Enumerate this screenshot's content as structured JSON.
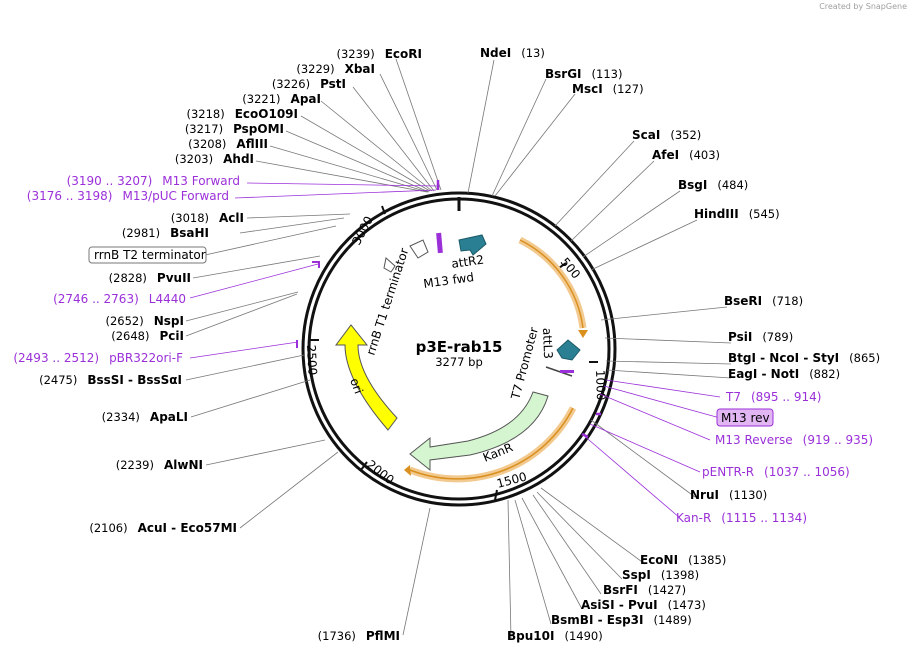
{
  "plasmid": {
    "name": "p3E-rab15",
    "length_label": "3277 bp",
    "length": 3277
  },
  "credit": "Created by SnapGene",
  "ticks": [
    "500",
    "1000",
    "1500",
    "2000",
    "2500",
    "3000"
  ],
  "sites_right": [
    {
      "name": "NdeI",
      "pos": "(13)"
    },
    {
      "name": "BsrGI",
      "pos": "(113)"
    },
    {
      "name": "MscI",
      "pos": "(127)"
    },
    {
      "name": "ScaI",
      "pos": "(352)"
    },
    {
      "name": "AfeI",
      "pos": "(403)"
    },
    {
      "name": "BsgI",
      "pos": "(484)"
    },
    {
      "name": "HindIII",
      "pos": "(545)"
    },
    {
      "name": "BseRI",
      "pos": "(718)"
    },
    {
      "name": "PsiI",
      "pos": "(789)"
    },
    {
      "name": "BtgI - NcoI - StyI",
      "pos": "(865)"
    },
    {
      "name": "EagI - NotI",
      "pos": "(882)"
    },
    {
      "name": "NruI",
      "pos": "(1130)"
    },
    {
      "name": "EcoNI",
      "pos": "(1385)"
    },
    {
      "name": "SspI",
      "pos": "(1398)"
    },
    {
      "name": "BsrFI",
      "pos": "(1427)"
    },
    {
      "name": "AsiSI - PvuI",
      "pos": "(1473)"
    },
    {
      "name": "BsmBI - Esp3I",
      "pos": "(1489)"
    },
    {
      "name": "Bpu10I",
      "pos": "(1490)"
    }
  ],
  "sites_left": [
    {
      "name": "EcoRI",
      "pos": "(3239)"
    },
    {
      "name": "XbaI",
      "pos": "(3229)"
    },
    {
      "name": "PstI",
      "pos": "(3226)"
    },
    {
      "name": "ApaI",
      "pos": "(3221)"
    },
    {
      "name": "EcoO109I",
      "pos": "(3218)"
    },
    {
      "name": "PspOMI",
      "pos": "(3217)"
    },
    {
      "name": "AflIII",
      "pos": "(3208)"
    },
    {
      "name": "AhdI",
      "pos": "(3203)"
    },
    {
      "name": "AclI",
      "pos": "(3018)"
    },
    {
      "name": "BsaHI",
      "pos": "(2981)"
    },
    {
      "name": "PvuII",
      "pos": "(2828)"
    },
    {
      "name": "NspI",
      "pos": "(2652)"
    },
    {
      "name": "PciI",
      "pos": "(2648)"
    },
    {
      "name": "BssSI - BssSαI",
      "pos": "(2475)"
    },
    {
      "name": "ApaLI",
      "pos": "(2334)"
    },
    {
      "name": "AlwNI",
      "pos": "(2239)"
    },
    {
      "name": "AcuI - Eco57MI",
      "pos": "(2106)"
    },
    {
      "name": "PflMI",
      "pos": "(1736)"
    }
  ],
  "primers_right": [
    {
      "name": "T7",
      "range": "(895 .. 914)"
    },
    {
      "name": "M13 rev",
      "range": ""
    },
    {
      "name": "M13 Reverse",
      "range": "(919 .. 935)"
    },
    {
      "name": "pENTR-R",
      "range": "(1037 .. 1056)"
    },
    {
      "name": "Kan-R",
      "range": "(1115 .. 1134)"
    }
  ],
  "primers_left": [
    {
      "name": "M13 Forward",
      "range": "(3190 .. 3207)"
    },
    {
      "name": "M13/pUC Forward",
      "range": "(3176 .. 3198)"
    },
    {
      "name": "L4440",
      "range": "(2746 .. 2763)"
    },
    {
      "name": "pBR322ori-F",
      "range": "(2493 .. 2512)"
    }
  ],
  "features": {
    "attR2": "attR2",
    "m13fwd": "M13 fwd",
    "rrnb_t1": "rrnB T1 terminator",
    "rrnb_t2": "rrnB T2 terminator",
    "attL3": "attL3",
    "t7promoter": "T7 Promoter",
    "kanr": "KanR",
    "ori": "ori"
  },
  "colors": {
    "primer": "#9b30d9",
    "attr": "#2a7f93",
    "kanr": "#d4f5d0",
    "ori": "#ffff00",
    "orf": "#e8a33a"
  }
}
